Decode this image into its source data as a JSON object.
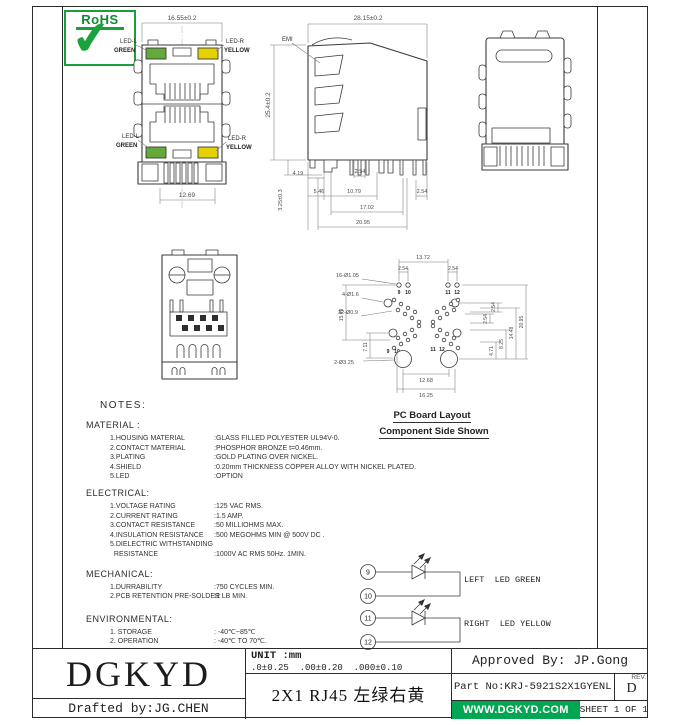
{
  "rohs": {
    "title": "RoHS",
    "check": "✔",
    "green": "#19a03a"
  },
  "front_view": {
    "dim_top": "16.55±0.2",
    "dim_bottom": "12.69",
    "lbl_tl1": "LED-L",
    "lbl_tl2": "GREEN",
    "lbl_tr1": "LED-R",
    "lbl_tr2": "YELLOW",
    "lbl_bl1": "LED-L",
    "lbl_bl2": "GREEN",
    "lbl_br1": "LED-R",
    "lbl_br2": "YELLOW",
    "led_green": "#66a93b",
    "led_yellow": "#e6d200"
  },
  "side_view": {
    "emi": "EMI",
    "dim_top": "28.15±0.2",
    "dim_height": "25.4±0.2",
    "dim_pin_len": "3.25±0.3",
    "dim_4_19": "4.19",
    "dim_5_46": "5.46",
    "dim_10_79": "10.79",
    "dim_2_54a": "2.54",
    "dim_17_02": "17.02",
    "dim_20_95": "20.95",
    "dim_2_54b": "2.54"
  },
  "pcb": {
    "title": "PC Board Layout",
    "subtitle": "Component Side Shown",
    "dim_13_72": "13.72",
    "dim_2_54l": "2.54",
    "dim_2_54r": "2.54",
    "callout_16": "16-Ø1.05",
    "callout_4": "4-Ø1.6",
    "callout_32": "32-Ø0.9",
    "callout_2": "2-Ø3.25",
    "dim_15_49": "15.49",
    "dim_7_11": "7.11",
    "dim_12_68": "12.68",
    "dim_16_25": "16.25",
    "dim_20_95": "20.95",
    "dim_14_48": "14.48",
    "dim_8_25": "8.25",
    "dim_4_71": "4.71",
    "dim_2_54r1": "2.54",
    "dim_2_54r2": "2.54",
    "pin9": "9",
    "pin10": "10",
    "pin11": "11",
    "pin12": "12",
    "pin9b": "9",
    "pin10b": "10",
    "pin11b": "11",
    "pin12b": "12"
  },
  "notes": {
    "heading": "NOTES:",
    "material": {
      "heading": "MATERIAL :",
      "items": [
        {
          "label": "1.HOUSING MATERIAL",
          "value": ":GLASS FILLED POLYESTER UL94V-0."
        },
        {
          "label": "2.CONTACT MATERIAL",
          "value": ":PHOSPHOR BRONZE t=0.46mm."
        },
        {
          "label": "3.PLATING",
          "value": ":GOLD PLATING OVER NICKEL."
        },
        {
          "label": "4.SHIELD",
          "value": ":0.20mm THICKNESS COPPER ALLOY WITH NICKEL PLATED."
        },
        {
          "label": "5.LED",
          "value": ":OPTION"
        }
      ]
    },
    "electrical": {
      "heading": "ELECTRICAL:",
      "items": [
        {
          "label": "1.VOLTAGE RATING",
          "value": ":125 VAC RMS."
        },
        {
          "label": "2.CURRENT RATING",
          "value": ":1.5 AMP."
        },
        {
          "label": "3.CONTACT RESISTANCE",
          "value": ":50 MILLIOHMS MAX."
        },
        {
          "label": "4.INSULATION RESISTANCE",
          "value": ":500 MEGOHMS MIN @ 500V DC ."
        },
        {
          "label": "5.DIELECTRIC WITHSTANDING",
          "value": ""
        },
        {
          "label": "  RESISTANCE",
          "value": ":1000V AC RMS 50Hz. 1MIN."
        }
      ]
    },
    "mechanical": {
      "heading": "MECHANICAL:",
      "items": [
        {
          "label": "1.DURRABILITY",
          "value": ":750 CYCLES MIN."
        },
        {
          "label": "2.PCB RETENTION PRE-SOLDER",
          "value": ":1 LB MIN."
        }
      ]
    },
    "environmental": {
      "heading": "ENVIRONMENTAL:",
      "items": [
        {
          "label": "1. STORAGE",
          "value": ": -40℃~85℃"
        },
        {
          "label": "2. OPERATION",
          "value": ": -40℃ TO 70℃."
        }
      ]
    }
  },
  "legend": {
    "green": {
      "pin_top": "9",
      "pin_bot": "10",
      "label": "LEFT  LED GREEN"
    },
    "yellow": {
      "pin_top": "11",
      "pin_bot": "12",
      "label": "RIGHT  LED YELLOW"
    }
  },
  "title_block": {
    "company": "DGKYD",
    "drafted": "Drafted by:JG.CHEN",
    "unit": "UNIT :mm",
    "tol": ".0±0.25  .00±0.20  .000±0.10",
    "product": "2X1 RJ45 左绿右黄",
    "approved": "Approved By: JP.Gong",
    "part_no": "Part No:KRJ-5921S2X1GYENL",
    "rev_label": "REV.",
    "rev": "D",
    "site": "WWW.DGKYD.COM",
    "sheet": "SHEET 1 OF 1"
  }
}
